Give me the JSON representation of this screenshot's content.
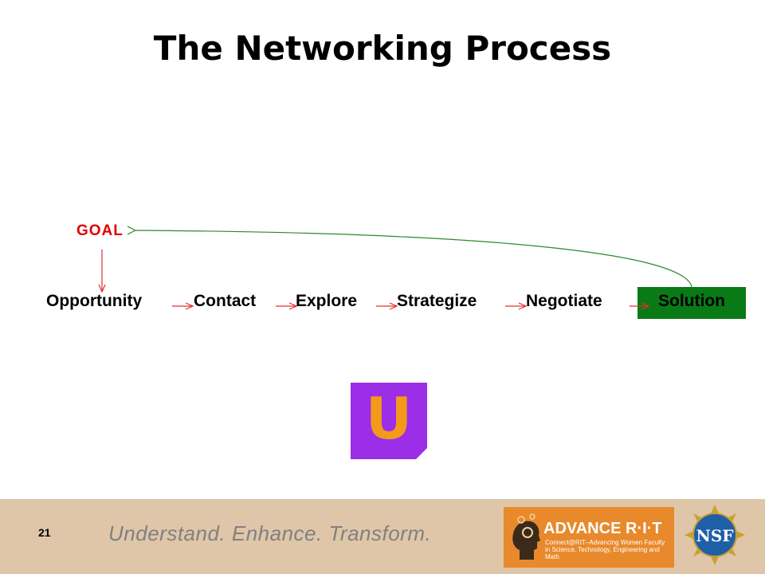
{
  "title": "The Networking Process",
  "goal_label": "GOAL",
  "steps": [
    "Opportunity",
    "Contact",
    "Explore",
    "Strategize",
    "Negotiate",
    "Solution"
  ],
  "badge_letter": "U",
  "footer": {
    "page_number": "21",
    "tagline": "Understand.  Enhance.  Transform.",
    "advance_logo": {
      "title": "ADVANCE R·I·T",
      "subtitle": "Connect@RIT–Advancing Women Faculty in Science, Technology, Engineering and Math"
    },
    "nsf_logo_text": "NSF"
  },
  "colors": {
    "goal": "#e00000",
    "step_arrows": "#e03030",
    "feedback_arrow": "#2a8a2a",
    "solution_fill": "#0a7a17",
    "badge_fill": "#9b2ee6",
    "badge_letter": "#f39a1a",
    "footer_band": "#dfc6a8",
    "advance_logo_fill": "#e8892b"
  }
}
